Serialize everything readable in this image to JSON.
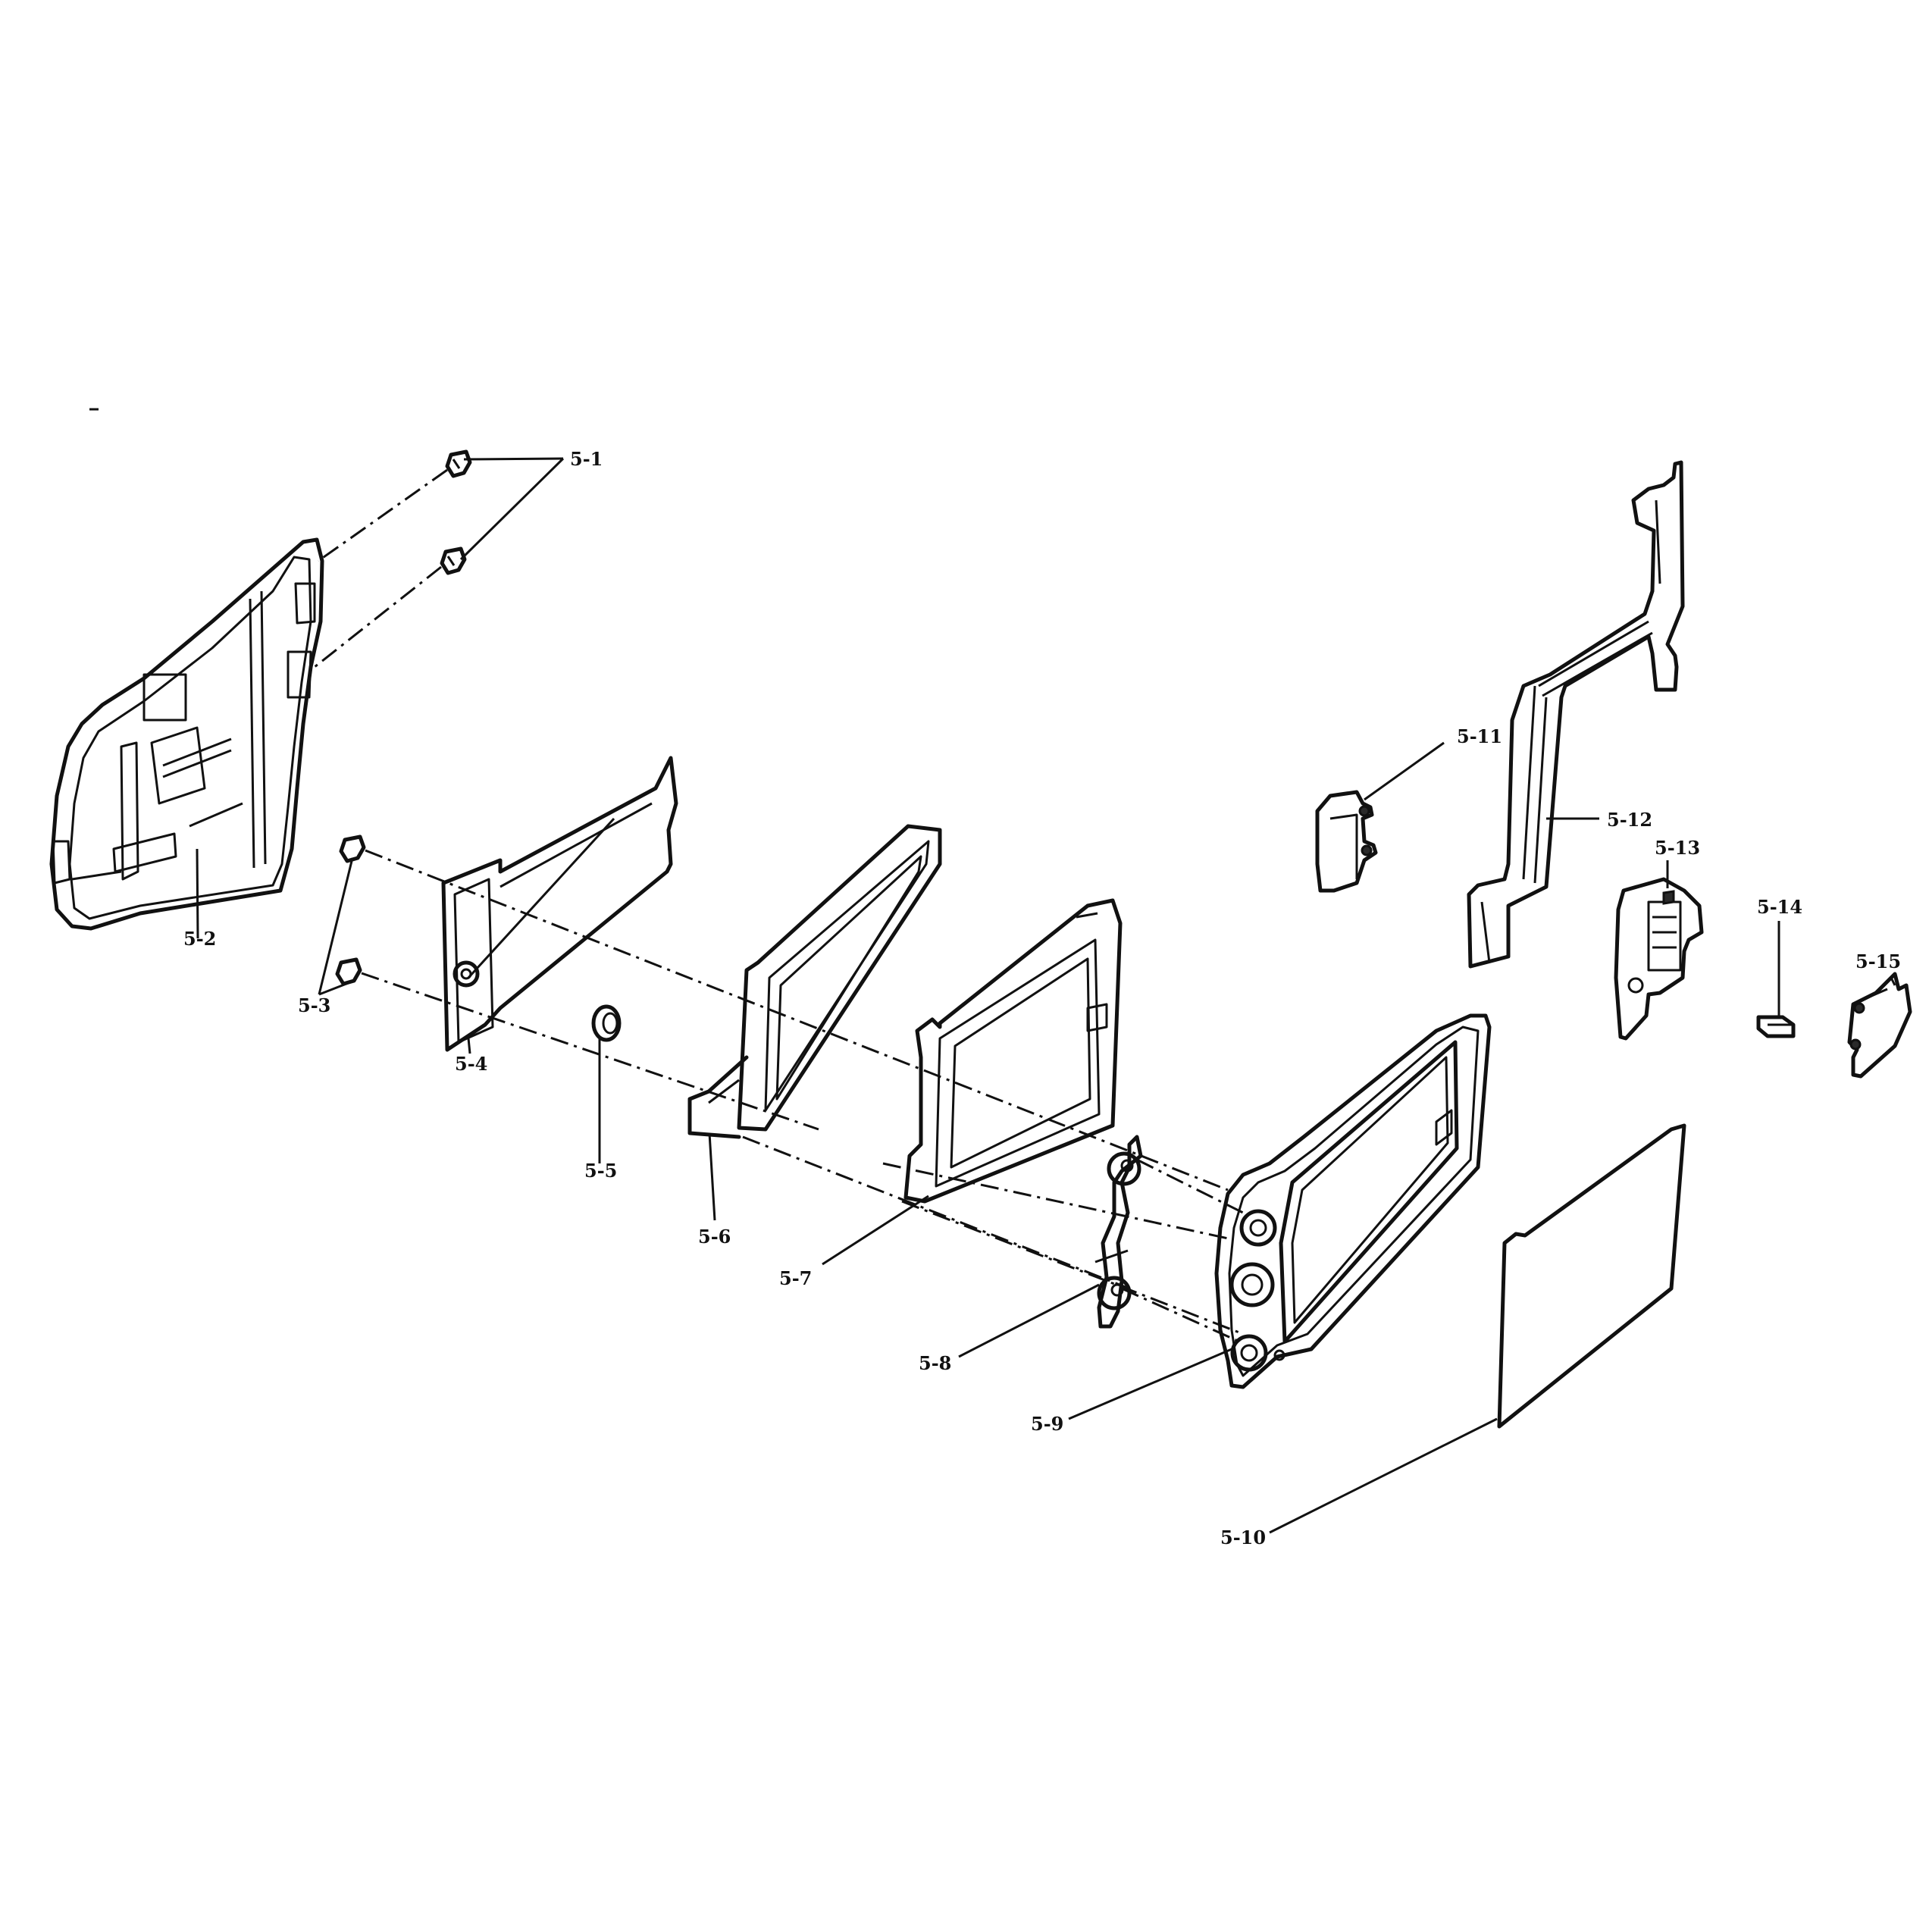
{
  "callouts": [
    {
      "id": "5-1",
      "text": "5-1"
    },
    {
      "id": "5-2",
      "text": "5-2"
    },
    {
      "id": "5-3",
      "text": "5-3"
    },
    {
      "id": "5-4",
      "text": "5-4"
    },
    {
      "id": "5-5",
      "text": "5-5"
    },
    {
      "id": "5-6",
      "text": "5-6"
    },
    {
      "id": "5-7",
      "text": "5-7"
    },
    {
      "id": "5-8",
      "text": "5-8"
    },
    {
      "id": "5-9",
      "text": "5-9"
    },
    {
      "id": "5-10",
      "text": "5-10"
    },
    {
      "id": "5-11",
      "text": "5-11"
    },
    {
      "id": "5-12",
      "text": "5-12"
    },
    {
      "id": "5-13",
      "text": "5-13"
    },
    {
      "id": "5-14",
      "text": "5-14"
    },
    {
      "id": "5-15",
      "text": "5-15"
    }
  ],
  "colors": {
    "line": "#111111",
    "background": "#ffffff"
  }
}
